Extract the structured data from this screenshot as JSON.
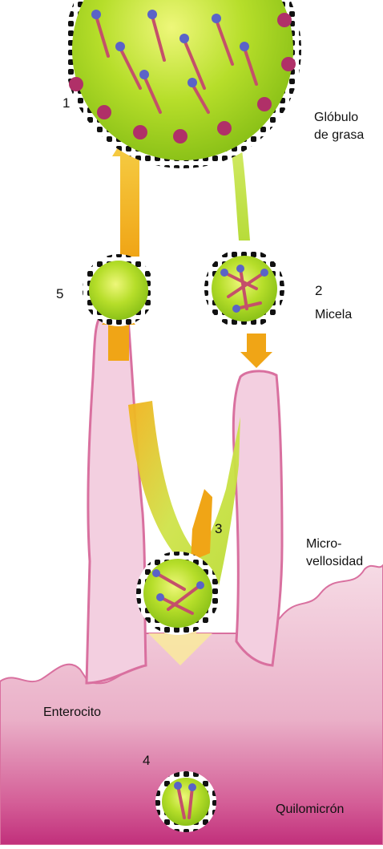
{
  "labels": {
    "n1": "1",
    "globulo_l1": "Glóbulo",
    "globulo_l2": "de grasa",
    "n5": "5",
    "n2": "2",
    "micela": "Micela",
    "n3": "3",
    "micro_l1": "Micro-",
    "micro_l2": "vellosidad",
    "enterocito": "Enterocito",
    "n4": "4",
    "quilomicron": "Quilomicrón"
  },
  "colors": {
    "lime": "#a9d81f",
    "lime_light": "#e2f060",
    "orange": "#f0a516",
    "yellow": "#f8dc58",
    "pink": "#f3c6d8",
    "pink_dark": "#d9709f",
    "magenta": "#c8317a"
  }
}
